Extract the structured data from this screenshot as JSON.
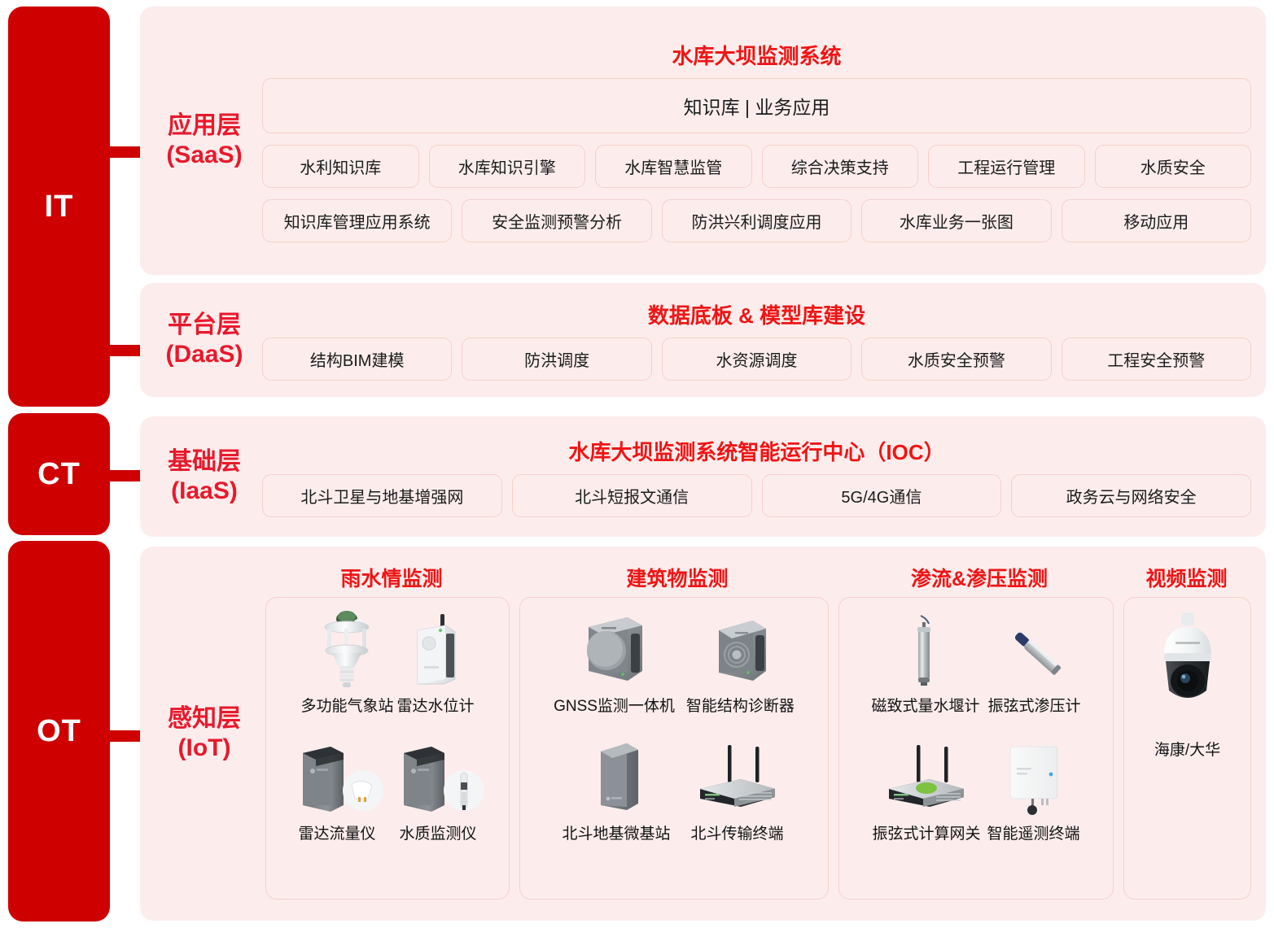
{
  "pillars": [
    {
      "label": "IT"
    },
    {
      "label": "CT"
    },
    {
      "label": "OT"
    }
  ],
  "layers": {
    "saas": {
      "title": "应用层",
      "subtitle": "(SaaS)",
      "heading": "水库大坝监测系统",
      "banner": "知识库 | 业务应用",
      "row1": [
        "水利知识库",
        "水库知识引擎",
        "水库智慧监管",
        "综合决策支持",
        "工程运行管理",
        "水质安全"
      ],
      "row2": [
        "知识库管理应用系统",
        "安全监测预警分析",
        "防洪兴利调度应用",
        "水库业务一张图",
        "移动应用"
      ]
    },
    "daas": {
      "title": "平台层",
      "subtitle": "(DaaS)",
      "heading": "数据底板 & 模型库建设",
      "items": [
        "结构BIM建模",
        "防洪调度",
        "水资源调度",
        "水质安全预警",
        "工程安全预警"
      ]
    },
    "iaas": {
      "title": "基础层",
      "subtitle": "(IaaS)",
      "heading": "水库大坝监测系统智能运行中心（IOC）",
      "items": [
        "北斗卫星与地基增强网",
        "北斗短报文通信",
        "5G/4G通信",
        "政务云与网络安全"
      ]
    },
    "iot": {
      "title": "感知层",
      "subtitle": "(IoT)",
      "groups": [
        {
          "heading": "雨水情监测",
          "devices": [
            {
              "label": "多功能气象站",
              "icon": "weather-station-icon"
            },
            {
              "label": "雷达水位计",
              "icon": "radar-level-gauge-icon"
            },
            {
              "label": "雷达流量仪",
              "icon": "radar-flow-meter-icon"
            },
            {
              "label": "水质监测仪",
              "icon": "water-quality-monitor-icon"
            }
          ]
        },
        {
          "heading": "建筑物监测",
          "devices": [
            {
              "label": "GNSS监测一体机",
              "icon": "gnss-monitor-icon"
            },
            {
              "label": "智能结构诊断器",
              "icon": "structure-diagnoser-icon"
            },
            {
              "label": "北斗地基微基站",
              "icon": "beidou-micro-station-icon"
            },
            {
              "label": "北斗传输终端",
              "icon": "beidou-transmit-terminal-icon"
            }
          ]
        },
        {
          "heading": "渗流&渗压监测",
          "devices": [
            {
              "label": "磁致式量水堰计",
              "icon": "weir-flow-meter-icon"
            },
            {
              "label": "振弦式渗压计",
              "icon": "vibrating-wire-piezometer-icon"
            },
            {
              "label": "振弦式计算网关",
              "icon": "vibrating-wire-gateway-icon"
            },
            {
              "label": "智能遥测终端",
              "icon": "telemetry-terminal-icon"
            }
          ]
        },
        {
          "heading": "视频监测",
          "devices": [
            {
              "label": "海康/大华",
              "icon": "ptz-camera-icon"
            }
          ]
        }
      ]
    }
  },
  "colors": {
    "brand_red": "#CE0000",
    "heading_red": "#F01414",
    "title_red": "#E8192C",
    "panel_bg": "#FCEDEC",
    "pill_border": "#F6CFCB"
  }
}
